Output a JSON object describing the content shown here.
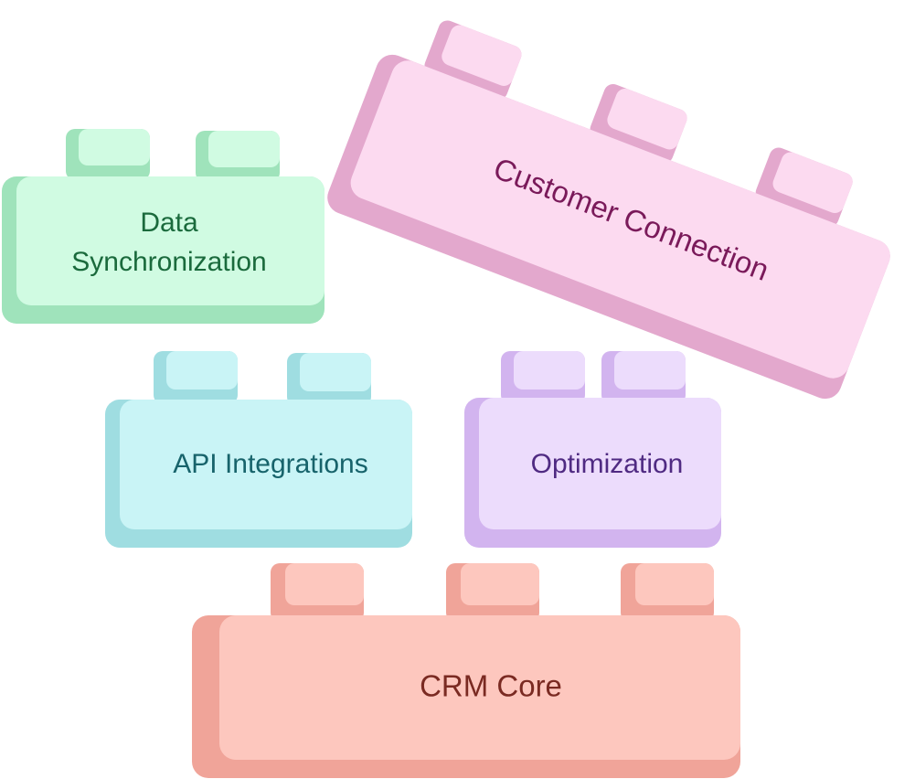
{
  "blocks": [
    {
      "id": "data-synchronization",
      "label_lines": [
        "Data",
        "Synchronization"
      ],
      "colors": {
        "face": "#d0fbe2",
        "side": "#9fe3bb",
        "text": "#1a6a3c"
      }
    },
    {
      "id": "customer-connection",
      "label_lines": [
        "Customer Connection"
      ],
      "colors": {
        "face": "#fcdaf0",
        "side": "#e3a8cd",
        "text": "#7a1a5a"
      }
    },
    {
      "id": "api-integrations",
      "label_lines": [
        "API Integrations"
      ],
      "colors": {
        "face": "#c9f4f6",
        "side": "#9fdde1",
        "text": "#17636b"
      }
    },
    {
      "id": "optimization",
      "label_lines": [
        "Optimization"
      ],
      "colors": {
        "face": "#ecdcfc",
        "side": "#d2b4ef",
        "text": "#4f2a82"
      }
    },
    {
      "id": "crm-core",
      "label_lines": [
        "CRM Core"
      ],
      "colors": {
        "face": "#fdc7be",
        "side": "#f0a499",
        "text": "#7a2a22"
      }
    }
  ]
}
